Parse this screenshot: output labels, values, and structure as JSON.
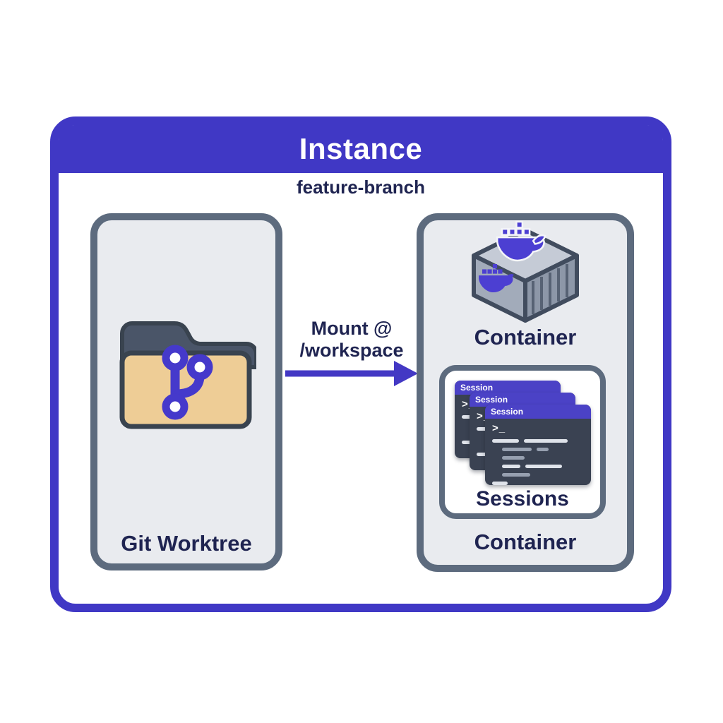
{
  "header": {
    "title": "Instance"
  },
  "subtitle": "feature-branch",
  "worktree": {
    "label": "Git Worktree",
    "icon": "git-branch-folder-icon"
  },
  "mount": {
    "label_line1": "Mount @",
    "label_line2": "/workspace"
  },
  "container_box": {
    "icon": "docker-container-icon",
    "icon_label": "Container",
    "bottom_label": "Container",
    "sessions": {
      "label": "Sessions",
      "windows": [
        {
          "title": "Session",
          "icon": "terminal-window-icon"
        },
        {
          "title": "Session",
          "icon": "terminal-window-icon"
        },
        {
          "title": "Session",
          "icon": "terminal-window-icon"
        }
      ]
    }
  },
  "colors": {
    "accent_blue": "#4038c5",
    "navy_text": "#1f2451",
    "slate_border": "#5d6b7e",
    "box_fill": "#e9ebef",
    "folder_tan": "#eecd96",
    "folder_slate": "#4a5568",
    "git_purple": "#4539cb",
    "whale_purple": "#4c3fd2",
    "terminal_body": "#3a4252",
    "terminal_bar": "#4b42c6"
  }
}
